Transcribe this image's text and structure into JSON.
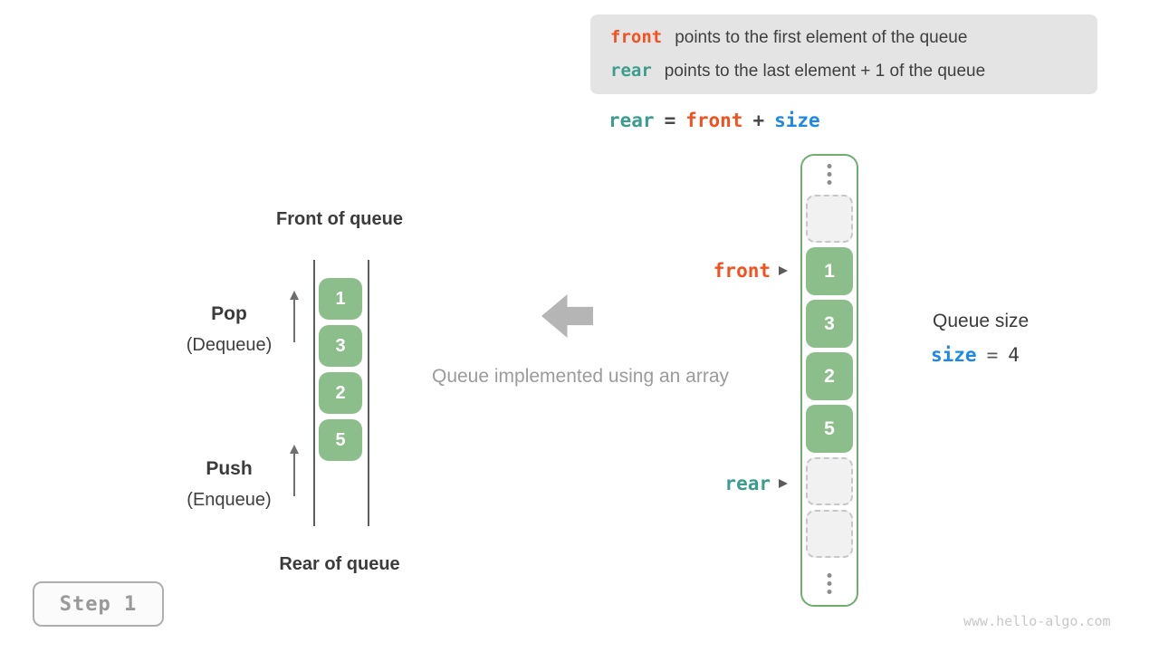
{
  "colors": {
    "code_orange": "#f4511e",
    "code_teal": "#3b9d8d",
    "code_blue": "#1e88e5",
    "text_dark": "#3c3c3c",
    "caption_gray": "#9b9b9b",
    "cell_green": "#8cbe8c",
    "container_border_green": "#6fae6f",
    "empty_cell_bg": "#f1f1f1",
    "empty_cell_border": "#c7c7c7",
    "info_box_bg": "#e4e4e4",
    "block_arrow_gray": "#b5b5b5",
    "thin_arrow_gray": "#6f6f6f",
    "step_text_gray": "#999999",
    "watermark_gray": "#c8c8c8"
  },
  "info_box": {
    "line1": {
      "code": "front",
      "text": "points to the first element of the queue"
    },
    "line2": {
      "code": "rear",
      "text": "points to the last element + 1 of the queue"
    }
  },
  "formula": {
    "lhs": "rear",
    "equals": "=",
    "operand1": "front",
    "plus": "+",
    "operand2": "size"
  },
  "left_diagram": {
    "top_label": "Front of queue",
    "bottom_label": "Rear of queue",
    "pop_label": "Pop",
    "pop_sublabel": "(Dequeue)",
    "push_label": "Push",
    "push_sublabel": "(Enqueue)",
    "cells": [
      "1",
      "3",
      "2",
      "5"
    ]
  },
  "center": {
    "caption": "Queue implemented using an array"
  },
  "right_array": {
    "front_pointer": "front",
    "rear_pointer": "rear",
    "cells": [
      {
        "state": "empty",
        "value": ""
      },
      {
        "state": "filled",
        "value": "1"
      },
      {
        "state": "filled",
        "value": "3"
      },
      {
        "state": "filled",
        "value": "2"
      },
      {
        "state": "filled",
        "value": "5"
      },
      {
        "state": "empty",
        "value": ""
      },
      {
        "state": "empty",
        "value": ""
      }
    ]
  },
  "queue_size": {
    "label": "Queue size",
    "code": "size",
    "equals": "=",
    "value": "4"
  },
  "step_badge": {
    "label": "Step 1"
  },
  "watermark": "www.hello-algo.com"
}
